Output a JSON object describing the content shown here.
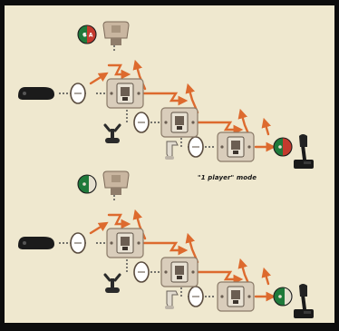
{
  "caption": "\"1 player\" mode",
  "colors": {
    "background": "#0d0d0d",
    "paper": "#efe8cf",
    "arrow": "#dd6a2e",
    "chain": "#4a4a4a",
    "plug_green": "#1f7a3b",
    "plug_red": "#c43a2e",
    "port_ring": "#5a4c3f",
    "device_box": "#c9b6a0",
    "ink": "#151515"
  },
  "diagrams": [
    {
      "name": "top",
      "top_plug": {
        "type": "green-red",
        "label": "S A"
      },
      "end_plug": {
        "type": "green-red"
      },
      "hubs": 3,
      "devices": [
        "adapter-box",
        "gamepad",
        "flight-stick",
        "light-gun",
        "joystick"
      ]
    },
    {
      "name": "bottom",
      "top_plug": {
        "type": "green",
        "label": ""
      },
      "end_plug": {
        "type": "green"
      },
      "hubs": 3,
      "devices": [
        "adapter-box",
        "gamepad",
        "flight-stick",
        "light-gun",
        "joystick"
      ]
    }
  ]
}
